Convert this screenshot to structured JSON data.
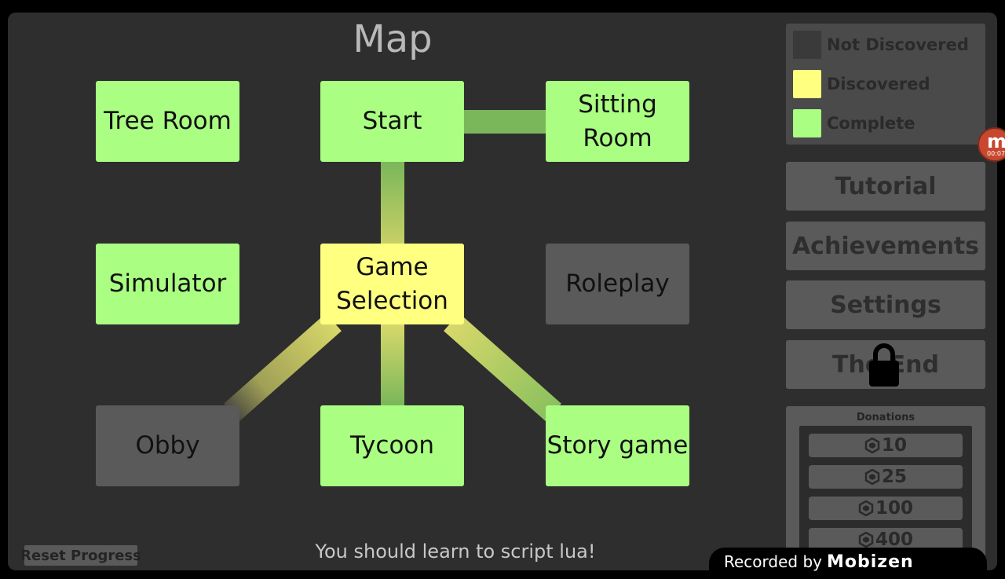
{
  "title": "Map",
  "legend": {
    "items": [
      {
        "label": "Not Discovered",
        "color": "#5a5a5a"
      },
      {
        "label": "Discovered",
        "color": "#ffff80"
      },
      {
        "label": "Complete",
        "color": "#aaff82"
      }
    ]
  },
  "colors": {
    "complete": "#aaff82",
    "discovered": "#ffff80",
    "undiscovered": "#5a5a5a",
    "link_complete": "#7ab75a",
    "link_discovered": "#d8d86a"
  },
  "rooms": {
    "tree_room": {
      "label": "Tree Room",
      "status": "complete"
    },
    "start": {
      "label": "Start",
      "status": "complete"
    },
    "sitting_room": {
      "label": "Sitting Room",
      "status": "complete"
    },
    "simulator": {
      "label": "Simulator",
      "status": "complete"
    },
    "game_selection": {
      "label": "Game Selection",
      "status": "discovered"
    },
    "roleplay": {
      "label": "Roleplay",
      "status": "not-discovered"
    },
    "obby": {
      "label": "Obby",
      "status": "not-discovered"
    },
    "tycoon": {
      "label": "Tycoon",
      "status": "complete"
    },
    "story_game": {
      "label": "Story game",
      "status": "complete"
    }
  },
  "menu": {
    "tutorial": "Tutorial",
    "achievements": "Achievements",
    "settings": "Settings",
    "the_end": "The End",
    "the_end_locked": true,
    "lock_icon": "lock-icon"
  },
  "donations": {
    "title": "Donations",
    "currency_icon": "robux-icon",
    "amounts": [
      "10",
      "25",
      "100",
      "400"
    ]
  },
  "reset_label": "Reset Progress",
  "hint": "You should learn to script lua!",
  "recorder": {
    "text": "Recorded by",
    "brand": "Mobizen",
    "timer": "00:07",
    "icon": "mobizen-icon"
  }
}
